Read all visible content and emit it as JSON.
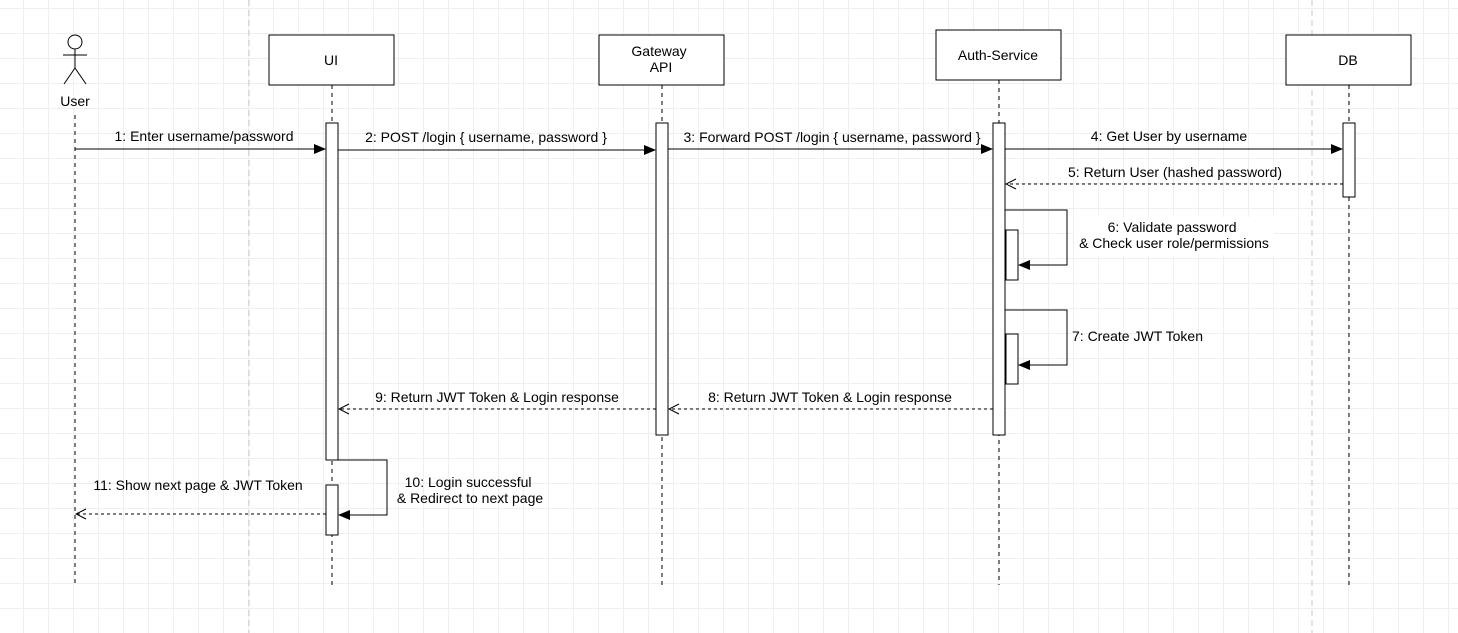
{
  "participants": [
    {
      "id": "user",
      "kind": "actor",
      "label": "User"
    },
    {
      "id": "ui",
      "kind": "box",
      "label": "UI"
    },
    {
      "id": "gateway",
      "kind": "box",
      "label": "Gateway\nAPI"
    },
    {
      "id": "auth",
      "kind": "box",
      "label": "Auth-Service"
    },
    {
      "id": "db",
      "kind": "box",
      "label": "DB"
    }
  ],
  "messages": [
    {
      "id": "m1",
      "from": "user",
      "to": "ui",
      "kind": "sync",
      "label": "1: Enter username/password"
    },
    {
      "id": "m2",
      "from": "ui",
      "to": "gateway",
      "kind": "sync",
      "label": "2: POST /login { username, password }"
    },
    {
      "id": "m3",
      "from": "gateway",
      "to": "auth",
      "kind": "sync",
      "label": "3: Forward POST /login { username, password }"
    },
    {
      "id": "m4",
      "from": "auth",
      "to": "db",
      "kind": "sync",
      "label": "4: Get User by username"
    },
    {
      "id": "m5",
      "from": "db",
      "to": "auth",
      "kind": "return",
      "label": "5: Return User (hashed password)"
    },
    {
      "id": "m6",
      "from": "auth",
      "to": "auth",
      "kind": "self",
      "label": "6: Validate password\n& Check user role/permissions"
    },
    {
      "id": "m7",
      "from": "auth",
      "to": "auth",
      "kind": "self",
      "label": "7: Create JWT Token"
    },
    {
      "id": "m8",
      "from": "auth",
      "to": "gateway",
      "kind": "return",
      "label": "8: Return JWT Token & Login response"
    },
    {
      "id": "m9",
      "from": "gateway",
      "to": "ui",
      "kind": "return",
      "label": "9: Return JWT Token & Login response"
    },
    {
      "id": "m10",
      "from": "ui",
      "to": "ui",
      "kind": "self",
      "label": "10: Login successful\n& Redirect to next page"
    },
    {
      "id": "m11",
      "from": "ui",
      "to": "user",
      "kind": "return",
      "label": "11: Show next page & JWT Token"
    }
  ]
}
